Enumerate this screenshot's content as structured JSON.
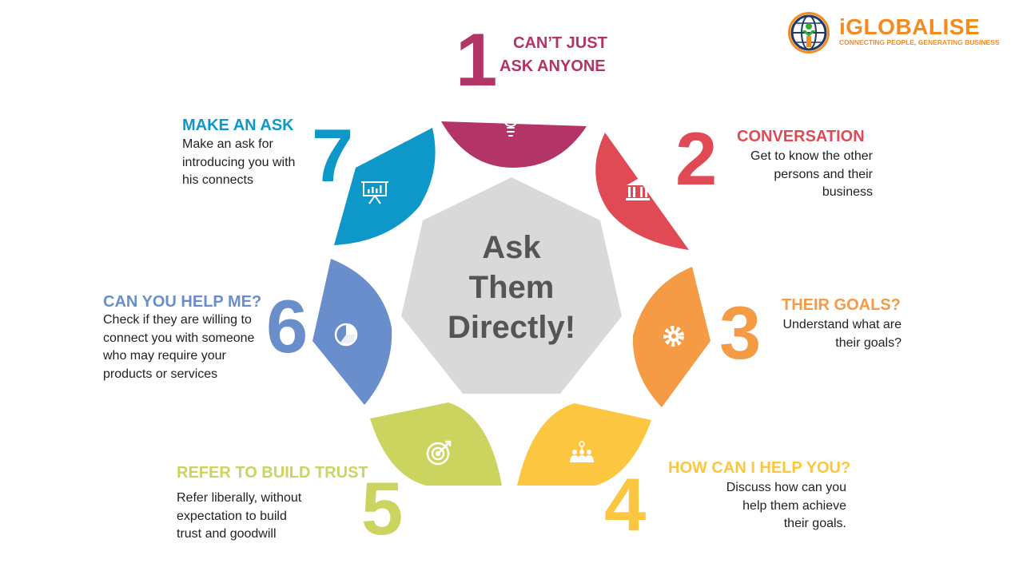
{
  "center": {
    "line1": "Ask",
    "line2": "Them",
    "line3": "Directly!"
  },
  "brand": {
    "name": "iGLOBALISE",
    "tagline": "CONNECTING PEOPLE, GENERATING BUSINESS"
  },
  "colors": {
    "step1": "#b33466",
    "step2": "#e04a55",
    "step3": "#f59a45",
    "step4": "#fcc641",
    "step5": "#cbd45f",
    "step6": "#6a8ecb",
    "step7": "#0e98c9",
    "center": "#d9d9d9",
    "brand_orange": "#f58a1f",
    "brand_navy": "#1f3a68"
  },
  "steps": [
    {
      "number": "1",
      "title_line1": "CAN’T JUST",
      "title_line2": "ASK ANYONE",
      "description": "",
      "icon": "lightbulb-icon"
    },
    {
      "number": "2",
      "title": "CONVERSATION",
      "description": "Get to know the other\npersons and their\nbusiness",
      "icon": "bank-icon"
    },
    {
      "number": "3",
      "title": "THEIR GOALS?",
      "description": "Understand what are\ntheir goals?",
      "icon": "gear-icon"
    },
    {
      "number": "4",
      "title": "HOW CAN I HELP YOU?",
      "description": "Discuss how can you\nhelp them achieve\ntheir goals.",
      "icon": "people-icon"
    },
    {
      "number": "5",
      "title": "REFER TO BUILD TRUST",
      "description": "Refer liberally, without\nexpectation to build\ntrust and goodwill",
      "icon": "target-icon"
    },
    {
      "number": "6",
      "title": "CAN YOU HELP ME?",
      "description": "Check if they are willing to\nconnect you with someone\nwho may require your\nproducts or services",
      "icon": "pie-chart-icon"
    },
    {
      "number": "7",
      "title": "MAKE AN ASK",
      "description": "Make an ask for\nintroducing you with\nhis connects",
      "icon": "presentation-icon"
    }
  ]
}
